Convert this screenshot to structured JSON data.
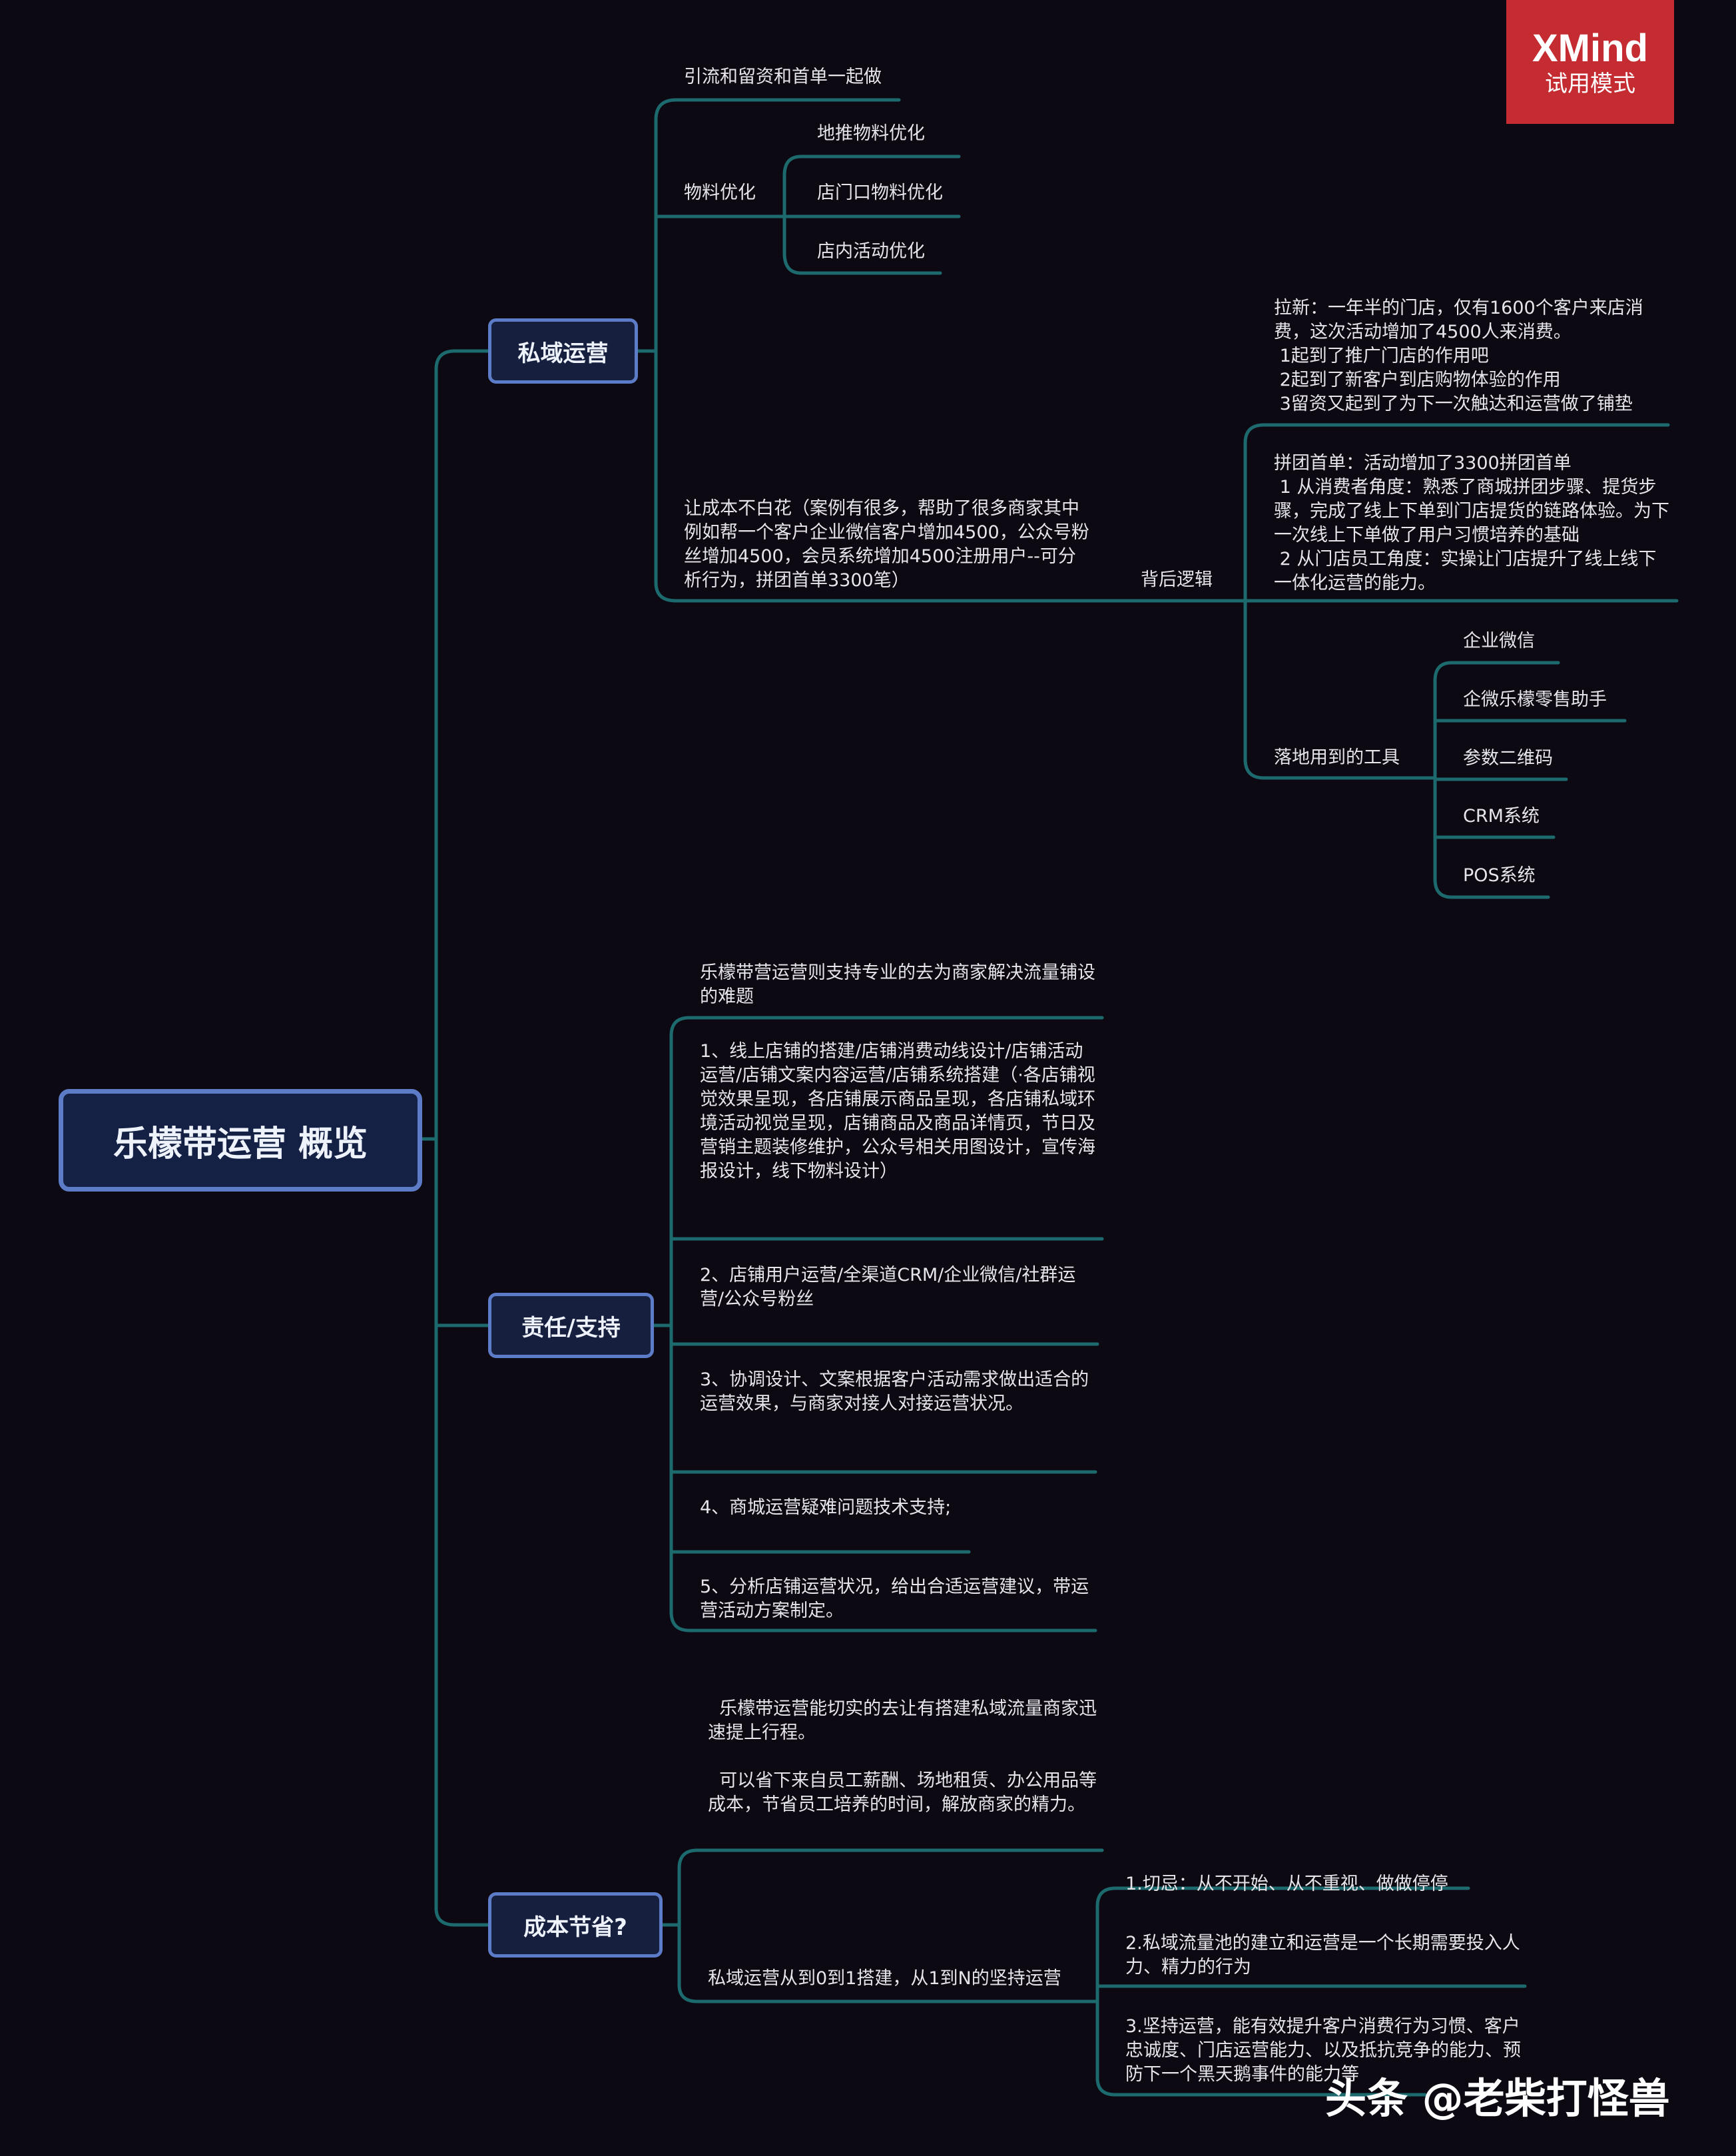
{
  "badge": {
    "brand": "XMind",
    "mode": "试用模式"
  },
  "central": "乐檬带运营 概览",
  "branches": {
    "private": {
      "title": "私域运营",
      "n1": "引流和留资和首单一起做",
      "n2": "物料优化",
      "n2a": "地推物料优化",
      "n2b": "店门口物料优化",
      "n2c": "店内活动优化",
      "n3": "让成本不白花（案例有很多，帮助了很多商家其中例如帮一个客户企业微信客户增加4500，公众号粉丝增加4500，会员系统增加4500注册用户--可分析行为，拼团首单3300笔）",
      "n3_label": "背后逻辑",
      "logic1": "拉新：一年半的门店，仅有1600个客户来店消费，这次活动增加了4500人来消费。\n 1起到了推广门店的作用吧\n 2起到了新客户到店购物体验的作用\n 3留资又起到了为下一次触达和运营做了铺垫",
      "logic2": "拼团首单：活动增加了3300拼团首单\n 1 从消费者角度：熟悉了商城拼团步骤、提货步骤，完成了线上下单到门店提货的链路体验。为下一次线上下单做了用户习惯培养的基础\n 2 从门店员工角度：实操让门店提升了线上线下一体化运营的能力。",
      "tools": "落地用到的工具",
      "t1": "企业微信",
      "t2": "企微乐檬零售助手",
      "t3": "参数二维码",
      "t4": "CRM系统",
      "t5": "POS系统"
    },
    "duty": {
      "title": "责任/支持",
      "d0": "乐檬带营运营则支持专业的去为商家解决流量铺设的难题",
      "d1": "1、线上店铺的搭建/店铺消费动线设计/店铺活动运营/店铺文案内容运营/店铺系统搭建（·各店铺视觉效果呈现，各店铺展示商品呈现，各店铺私域环境活动视觉呈现，店铺商品及商品详情页，节日及营销主题装修维护，公众号相关用图设计，宣传海报设计，线下物料设计）",
      "d2": "2、店铺用户运营/全渠道CRM/企业微信/社群运营/公众号粉丝",
      "d3": "3、协调设计、文案根据客户活动需求做出适合的运营效果，与商家对接人对接运营状况。",
      "d4": "4、商城运营疑难问题技术支持;",
      "d5": "5、分析店铺运营状况，给出合适运营建议，带运营活动方案制定。"
    },
    "cost": {
      "title": "成本节省?",
      "c1": "  乐檬带运营能切实的去让有搭建私域流量商家迅速提上行程。\n\n  可以省下来自员工薪酬、场地租赁、办公用品等成本，节省员工培养的时间，解放商家的精力。",
      "c2": "私域运营从到0到1搭建，从1到N的坚持运营",
      "c2a": "1.切忌：从不开始、从不重视、做做停停",
      "c2b": "2.私域流量池的建立和运营是一个长期需要投入人力、精力的行为",
      "c2c": "3.坚持运营，能有效提升客户消费行为习惯、客户忠诚度、门店运营能力、以及抵抗竞争的能力、预防下一个黑天鹅事件的能力等"
    }
  },
  "watermark": "头条 @老柴打怪兽",
  "colors": {
    "background": "#0d0913",
    "connector": "#1c6a6e",
    "node_border": "#5d7cc8",
    "badge": "#c42c32"
  }
}
